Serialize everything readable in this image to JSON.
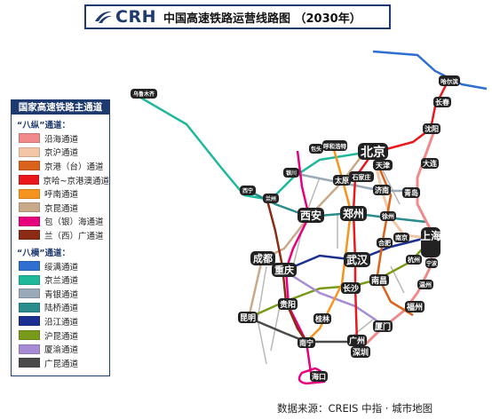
{
  "title": {
    "logo_text": "CRH",
    "logo_icon": "crh-swoosh-icon",
    "text": "中国高速铁路运营线路图 （2030年）"
  },
  "legend": {
    "header": "国家高速铁路主通道",
    "vertical_title": "“八纵”通道：",
    "vertical": [
      {
        "label": "沿海通道",
        "color": "#f08a8a"
      },
      {
        "label": "京沪通道",
        "color": "#f3c6a6"
      },
      {
        "label": "京港（台）通道",
        "color": "#d9631c"
      },
      {
        "label": "京哈~京港澳通道",
        "color": "#e8181d"
      },
      {
        "label": "呼南通道",
        "color": "#f7941d"
      },
      {
        "label": "京昆通道",
        "color": "#c8a98a"
      },
      {
        "label": "包（银）海通道",
        "color": "#e6007e"
      },
      {
        "label": "兰（西）广通道",
        "color": "#8b2b14"
      }
    ],
    "horizontal_title": "“八横”通道：",
    "horizontal": [
      {
        "label": "绥满通道",
        "color": "#2e6fd1"
      },
      {
        "label": "京兰通道",
        "color": "#1fb89a"
      },
      {
        "label": "青银通道",
        "color": "#9aa9b8"
      },
      {
        "label": "陆桥通道",
        "color": "#2a8c8c"
      },
      {
        "label": "沿江通道",
        "color": "#1a2f8f"
      },
      {
        "label": "沪昆通道",
        "color": "#7a9a1a"
      },
      {
        "label": "厦渝通道",
        "color": "#a78bd4"
      },
      {
        "label": "广昆通道",
        "color": "#4a4a4a"
      }
    ]
  },
  "cities": {
    "beijing": "北京",
    "shanghai": "上海",
    "xian": "西安",
    "zhengzhou": "郑州",
    "wuhan": "武汉",
    "chengdu": "成都",
    "chongqing": "重庆",
    "guangzhou": "广州",
    "shenzhen": "深圳",
    "kunming": "昆明",
    "guiyang": "贵阳",
    "changsha": "长沙",
    "nanchang": "南昌",
    "fuzhou": "福州",
    "xiamen": "厦门",
    "nanning": "南宁",
    "guilin": "桂林",
    "haikou": "海口",
    "tianjin": "天津",
    "taiyuan": "太原",
    "shijiazhuang": "石家庄",
    "jinan": "济南",
    "qingdao": "青岛",
    "xuzhou": "徐州",
    "hefei": "合肥",
    "nanjing": "南京",
    "hangzhou": "杭州",
    "ningbo": "宁波",
    "wenzhou": "温州",
    "shenyang": "沈阳",
    "changchun": "长春",
    "harbin": "哈尔滨",
    "dalian": "大连",
    "hohhot": "呼和浩特",
    "yinchuan": "银川",
    "lanzhou": "兰州",
    "xining": "西宁",
    "urumqi": "乌鲁木齐",
    "baotou": "包头"
  },
  "source": "数据来源：CREIS 中指 · 城市地图"
}
